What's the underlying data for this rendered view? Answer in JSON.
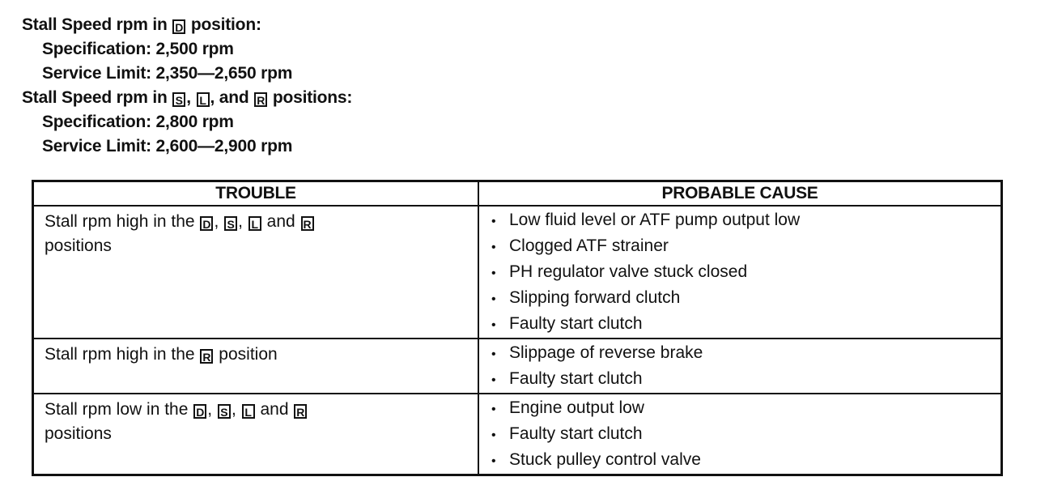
{
  "specs": {
    "d_heading_pre": "Stall Speed rpm in",
    "d_gear": "D",
    "d_heading_post": "position:",
    "d_spec": "Specification: 2,500 rpm",
    "d_limit": "Service Limit: 2,350—2,650 rpm",
    "slr_heading_pre": "Stall Speed rpm in",
    "slr_gear_s": "S",
    "slr_sep1": ",",
    "slr_gear_l": "L",
    "slr_sep2": ", and",
    "slr_gear_r": "R",
    "slr_heading_post": "positions:",
    "slr_spec": "Specification: 2,800 rpm",
    "slr_limit": "Service Limit: 2,600—2,900 rpm"
  },
  "table": {
    "header_trouble": "TROUBLE",
    "header_cause": "PROBABLE CAUSE",
    "rows": [
      {
        "t_pre": "Stall rpm high in the",
        "g1": "D",
        "s1": ",",
        "g2": "S",
        "s2": ",",
        "g3": "L",
        "s3": "and",
        "g4": "R",
        "t_post": "positions",
        "causes": [
          "Low fluid level or ATF pump output low",
          "Clogged ATF strainer",
          "PH regulator valve stuck closed",
          "Slipping forward clutch",
          "Faulty start clutch"
        ]
      },
      {
        "t_pre": "Stall rpm high in the",
        "g1": "R",
        "t_post": "position",
        "causes": [
          "Slippage of reverse brake",
          "Faulty start clutch"
        ]
      },
      {
        "t_pre": "Stall rpm low in the",
        "g1": "D",
        "s1": ",",
        "g2": "S",
        "s2": ",",
        "g3": "L",
        "s3": "and",
        "g4": "R",
        "t_post": "positions",
        "causes": [
          "Engine output low",
          "Faulty start clutch",
          "Stuck pulley control valve"
        ]
      }
    ]
  },
  "bullet": "•"
}
